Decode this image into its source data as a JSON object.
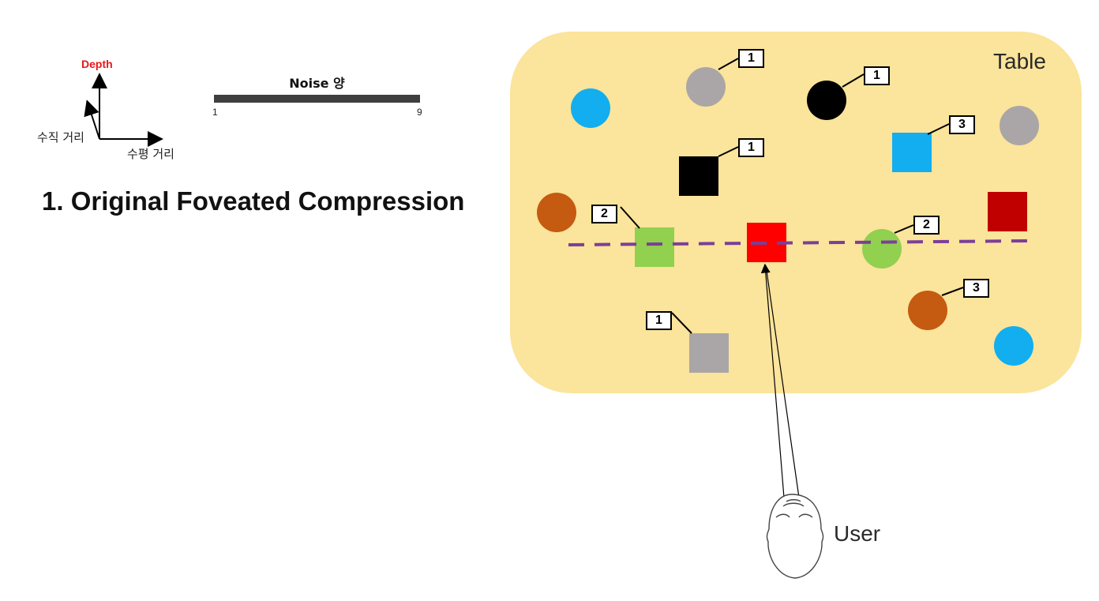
{
  "axes_legend": {
    "depth_label": "Depth",
    "vertical_label": "수직 거리",
    "horizontal_label": "수평 거리"
  },
  "noise_scale": {
    "title": "Noise 양",
    "min_label": "1",
    "max_label": "9",
    "bar_color": "#3f3f3f"
  },
  "section_title": "1. Original Foveated Compression",
  "scene": {
    "table_label": "Table",
    "user_label": "User",
    "table_color": "#fbe49b",
    "gaze_line_color": "#7b3f98"
  },
  "objects": [
    {
      "id": "gray-circle-top",
      "shape": "circle",
      "color": "#aaa6a7",
      "badge": "1"
    },
    {
      "id": "black-circle",
      "shape": "circle",
      "color": "#000000",
      "badge": "1"
    },
    {
      "id": "black-square",
      "shape": "square",
      "color": "#000000",
      "badge": "1"
    },
    {
      "id": "blue-square",
      "shape": "square",
      "color": "#12aeef",
      "badge": "3"
    },
    {
      "id": "green-square",
      "shape": "square",
      "color": "#92d050",
      "badge": "2"
    },
    {
      "id": "red-square-focus",
      "shape": "square",
      "color": "#ff0000",
      "badge": ""
    },
    {
      "id": "green-circle",
      "shape": "circle",
      "color": "#92d050",
      "badge": "2"
    },
    {
      "id": "orange-circle-right",
      "shape": "circle",
      "color": "#c55a11",
      "badge": "3"
    },
    {
      "id": "gray-square",
      "shape": "square",
      "color": "#aaa6a7",
      "badge": "1"
    },
    {
      "id": "blue-circle-left",
      "shape": "circle",
      "color": "#12aeef",
      "badge": ""
    },
    {
      "id": "gray-circle-right",
      "shape": "circle",
      "color": "#aaa6a7",
      "badge": ""
    },
    {
      "id": "orange-circle-left",
      "shape": "circle",
      "color": "#c55a11",
      "badge": ""
    },
    {
      "id": "dark-red-square",
      "shape": "square",
      "color": "#c00000",
      "badge": ""
    },
    {
      "id": "blue-circle-right",
      "shape": "circle",
      "color": "#12aeef",
      "badge": ""
    }
  ]
}
